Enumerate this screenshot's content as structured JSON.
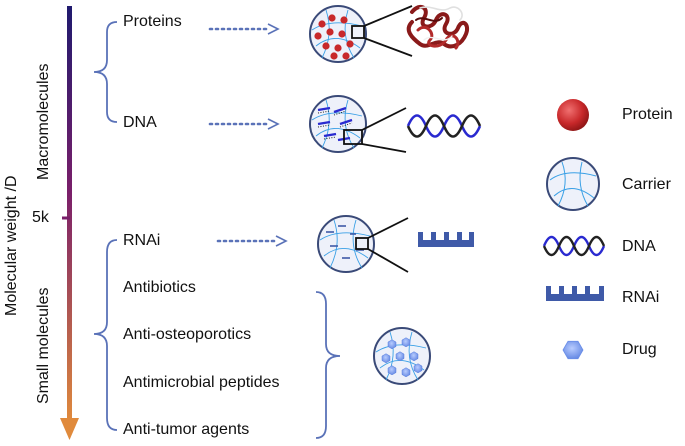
{
  "axis": {
    "label": "Molecular weight /D",
    "marker": "5k",
    "group_top": "Macromolecules",
    "group_bottom": "Small molecules"
  },
  "items": {
    "proteins": "Proteins",
    "dna": "DNA",
    "rnai": "RNAi",
    "antibiotics": "Antibiotics",
    "anti_osteoporotics": "Anti-osteoporotics",
    "antimicrobial_peptides": "Antimicrobial peptides",
    "anti_tumor_agents": "Anti-tumor agents"
  },
  "legend": {
    "protein": "Protein",
    "carrier": "Carrier",
    "dna": "DNA",
    "rnai": "RNAi",
    "drug": "Drug"
  },
  "colors": {
    "axis_top": "#1f1a6e",
    "axis_mid": "#7a1f6a",
    "axis_bottom": "#e08a3c",
    "bracket": "#5a72b8",
    "arrow": "#5a72b8",
    "protein": "#c8282a",
    "carrier_fill": "#eef1fa",
    "carrier_stroke": "#3a4a78",
    "fiber": "#3aa0e6",
    "dna_a": "#2a2ad0",
    "dna_b": "#222222",
    "rnai": "#3f5aa8",
    "drug": "#6a8ee8"
  }
}
